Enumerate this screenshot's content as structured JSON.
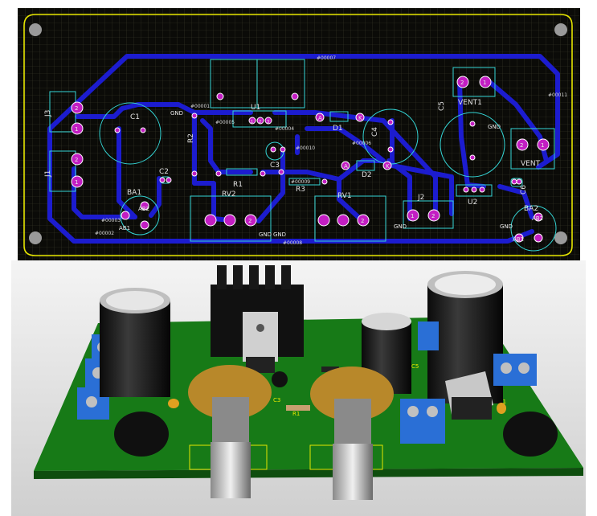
{
  "pcb_layout": {
    "net_labels": {
      "top_loop": "#00007",
      "bottom_loop": "#00008",
      "left_vertical": "#00001",
      "mid_left": "#00005",
      "mid_right": "#00004",
      "ba1_net": "#00002",
      "ba1_net2": "#00003",
      "c1_net": "#00006",
      "net10": "#00010",
      "net11": "#00011",
      "net9": "#00009"
    },
    "components": {
      "j1": "J1",
      "j3": "J3",
      "c1": "C1",
      "c2": "C2",
      "c3": "C3",
      "c4": "C4",
      "c5": "C5",
      "c6": "C6",
      "r1": "R1",
      "r2": "R2",
      "r3": "R3",
      "d1": "D1",
      "d2": "D2",
      "u1": "U1",
      "u2": "U2",
      "rv1": "RV1",
      "rv2": "RV2",
      "j2": "J2",
      "ba1": "BA1",
      "ba2": "BA2",
      "vent1": "VENT1",
      "vent": "VENT"
    },
    "pad_labels": {
      "gnd": "GND",
      "ab1": "AB1",
      "ab2": "AB2",
      "a": "A",
      "k": "K",
      "one": "1",
      "two": "2",
      "three": "3"
    }
  },
  "render_3d": {
    "silk_c3": "C3",
    "silk_r1": "R1",
    "silk_ba1": "BA1",
    "silk_u2": "U2",
    "silk_c5": "C5"
  },
  "colors": {
    "board_bg": "#0b0b08",
    "grid": "#3a3a2a",
    "trace": "#1c1ccf",
    "silkscreen": "#34d6d6",
    "pad": "#c31ec3",
    "pcb_green": "#177a17",
    "edge_yellow": "#e6e600"
  }
}
